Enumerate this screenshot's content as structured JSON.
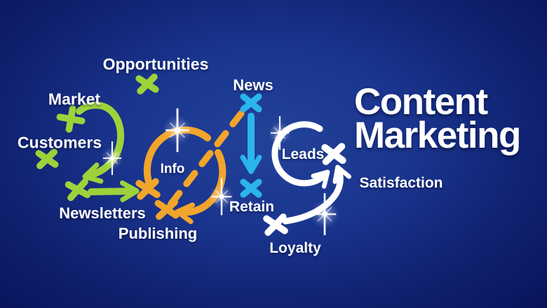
{
  "title": {
    "line1": "Content",
    "line2": "Marketing"
  },
  "labels": {
    "opportunities": "Opportunities",
    "market": "Market",
    "customers": "Customers",
    "newsletters": "Newsletters",
    "publishing": "Publishing",
    "info": "Info",
    "news": "News",
    "retain": "Retain",
    "leads": "Leads",
    "loyalty": "Loyalty",
    "satisfaction": "Satisfaction"
  },
  "year_artwork": {
    "year": "2019",
    "digit_colors": {
      "digit2": "#9ed23b",
      "digit0": "#f2a52b",
      "digit1": "#2bb5ec",
      "digit9": "#ffffff"
    }
  },
  "colors": {
    "background_center": "#224298",
    "background_edge": "#0a145e",
    "text": "#ffffff",
    "green": "#9ed23b",
    "orange": "#f2a52b",
    "cyan": "#2bb5ec"
  }
}
